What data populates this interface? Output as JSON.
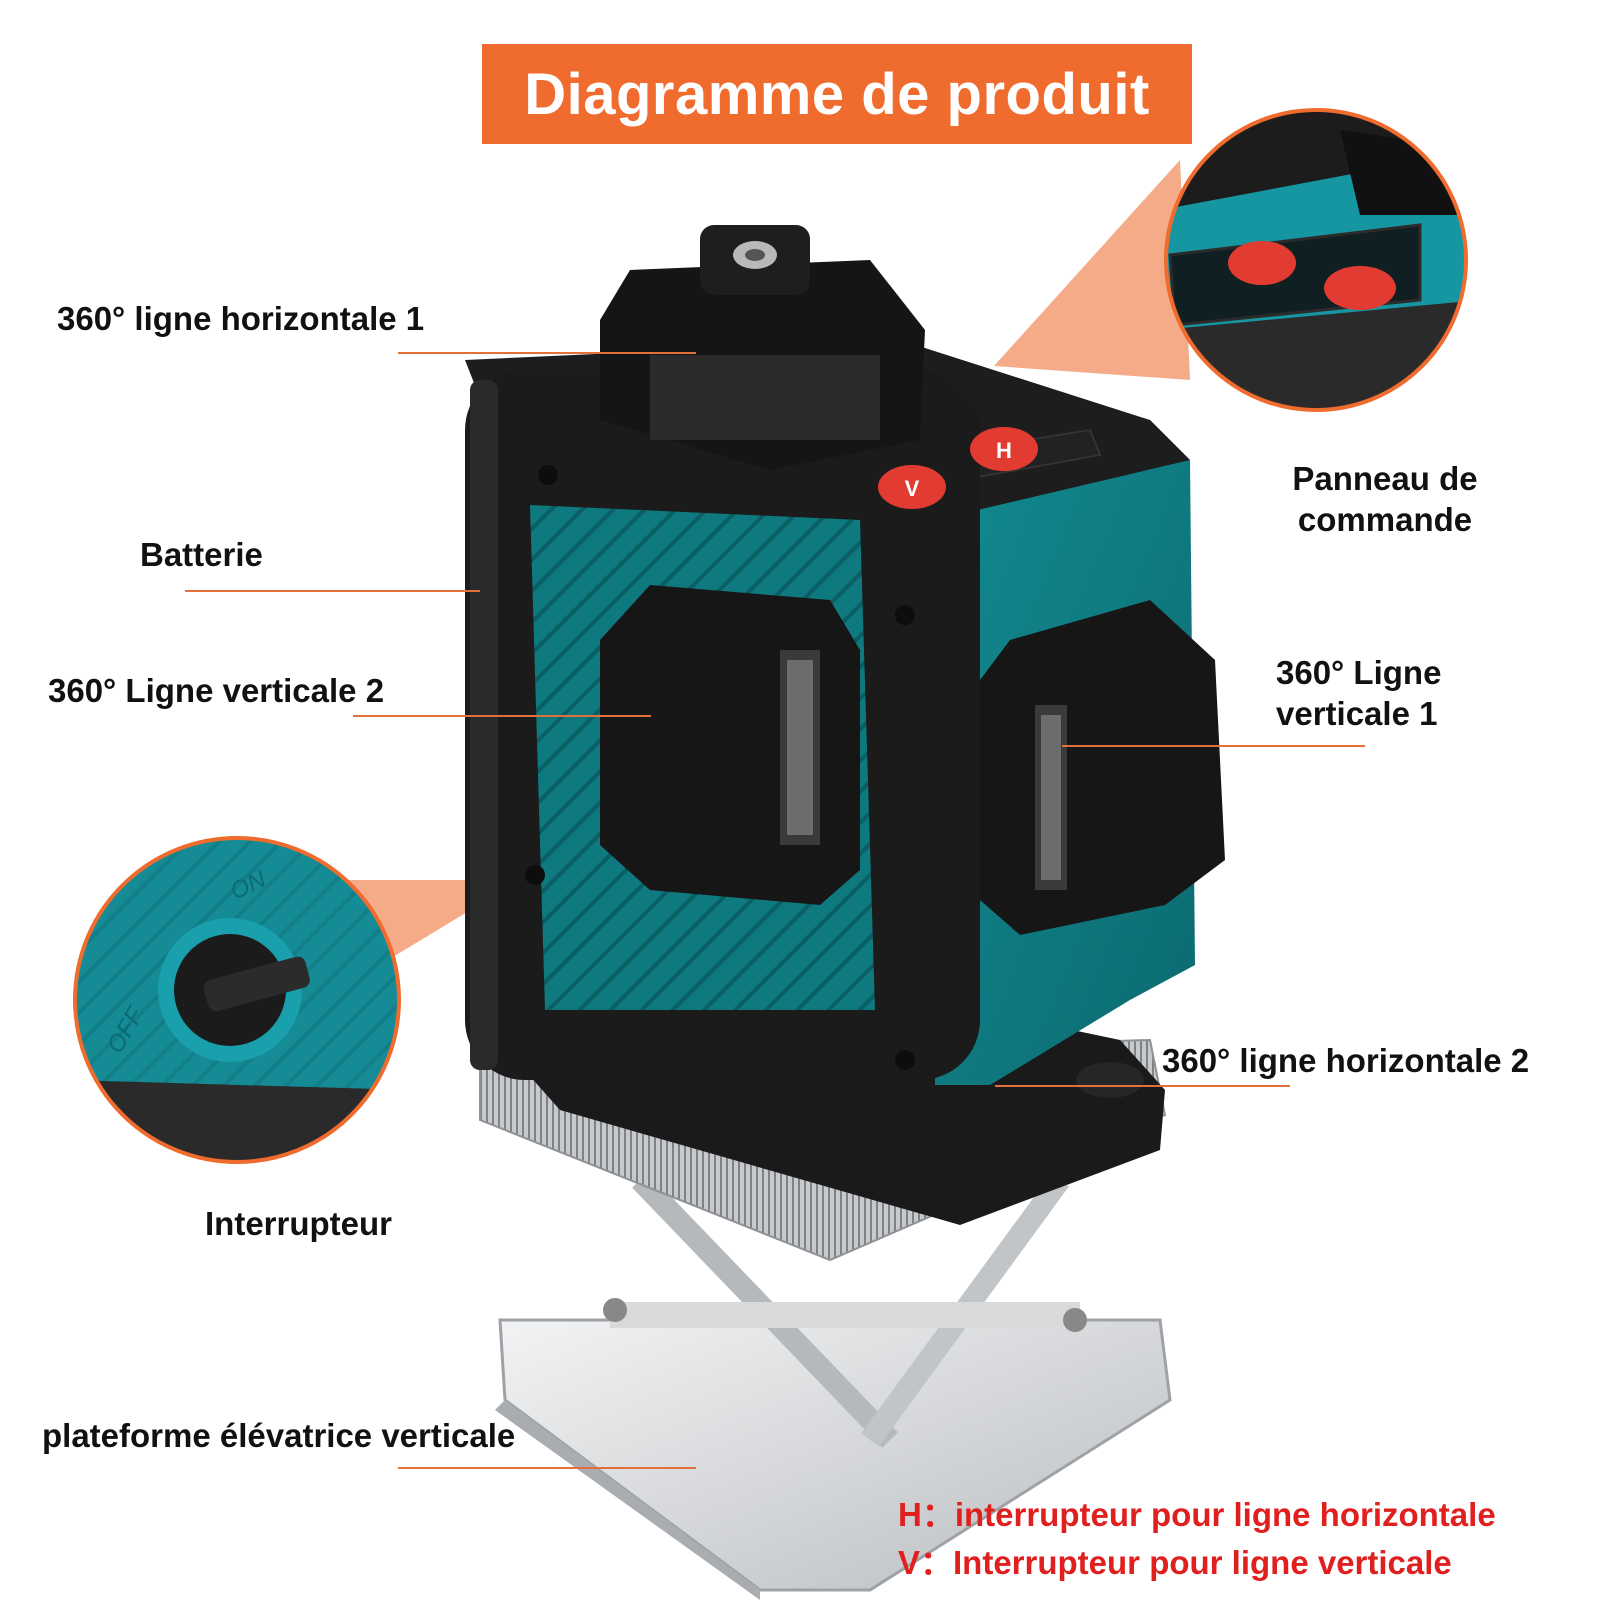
{
  "title": "Diagramme de produit",
  "labels": {
    "horizontal_line_1": "360° ligne horizontale 1",
    "battery": "Batterie",
    "vertical_line_2": "360° Ligne verticale 2",
    "switch": "Interrupteur",
    "lift_platform": "plateforme élévatrice verticale",
    "control_panel_line1": "Panneau de",
    "control_panel_line2": "commande",
    "vertical_line_1_line1": "360° Ligne",
    "vertical_line_1_line2": "verticale 1",
    "horizontal_line_2": "360° ligne horizontale 2"
  },
  "device_text": {
    "button_v": "V",
    "button_h": "H",
    "switch_on": "ON",
    "switch_off": "OFF"
  },
  "legend": {
    "h": "H：interrupteur pour ligne horizontale",
    "v": "V：Interrupteur pour ligne verticale"
  },
  "colors": {
    "accent_orange": "#f06b2e",
    "leader_orange": "#e2703a",
    "device_teal": "#0f7f86",
    "device_black": "#1b1b1b",
    "legend_red": "#e0201e"
  }
}
